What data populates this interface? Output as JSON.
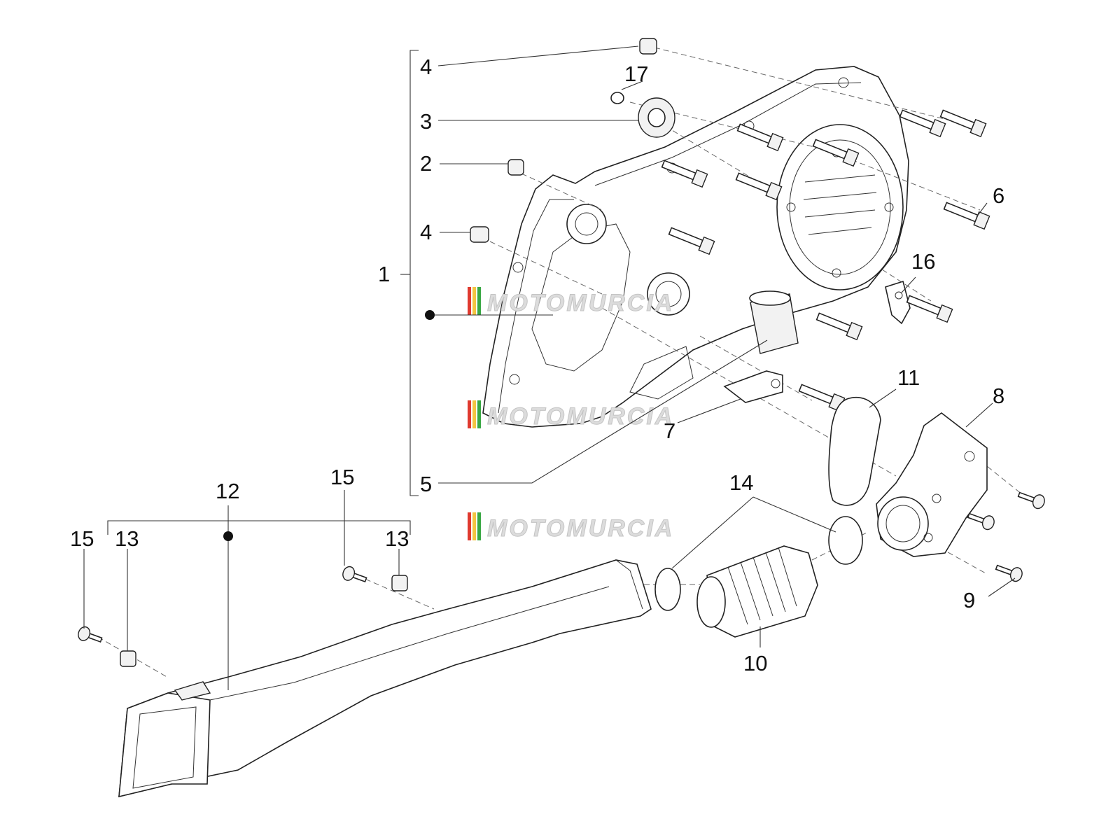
{
  "watermark": {
    "text": "MOTOMURCIA",
    "stripe_colors": [
      "#e03a2f",
      "#f4c542",
      "#3aa845"
    ]
  },
  "callouts": {
    "c1": "1",
    "c2": "2",
    "c3": "3",
    "c4a": "4",
    "c4b": "4",
    "c5": "5",
    "c6": "6",
    "c7": "7",
    "c8": "8",
    "c9": "9",
    "c10": "10",
    "c11": "11",
    "c12": "12",
    "c13a": "13",
    "c13b": "13",
    "c14": "14",
    "c15a": "15",
    "c15b": "15",
    "c16": "16",
    "c17": "17"
  }
}
